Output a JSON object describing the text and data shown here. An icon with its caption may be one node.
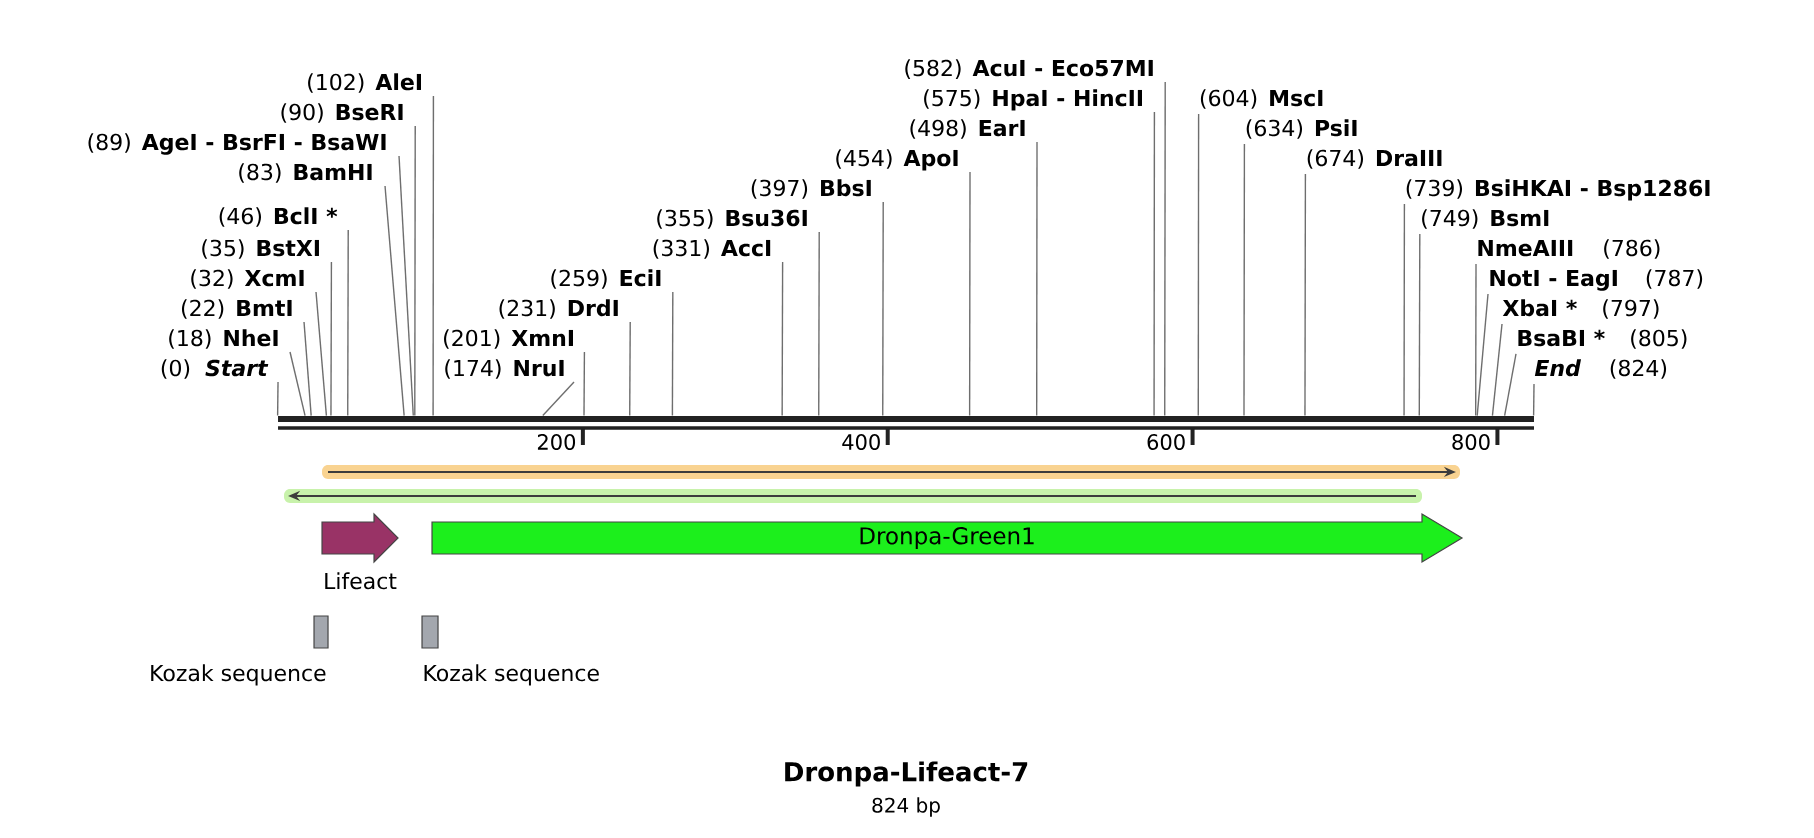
{
  "diagram": {
    "title": "Dronpa-Lifeact-7",
    "nodes": [
      {
        "text": [
          "(0)",
          "Start"
        ]
      },
      {
        "text": [
          "(18)",
          "NheI"
        ]
      },
      {
        "text": [
          "(22)",
          "BmtI"
        ]
      },
      {
        "text": [
          "(32)",
          "XcmI"
        ]
      },
      {
        "text": [
          "(35)",
          "BstXI"
        ]
      },
      {
        "text": [
          "(46)",
          "BclI *"
        ]
      },
      {
        "text": [
          "(83)",
          "BamHI"
        ]
      },
      {
        "text": [
          "(89)",
          "AgeI - BsrFI - BsaWI"
        ]
      },
      {
        "text": [
          "(90)",
          "BseRI"
        ]
      },
      {
        "text": [
          "(102)",
          "AleI"
        ]
      },
      {
        "text": [
          "(174)",
          "NruI"
        ]
      },
      {
        "text": [
          "(201)",
          "XmnI"
        ]
      },
      {
        "text": [
          "(231)",
          "DrdI"
        ]
      },
      {
        "text": [
          "(259)",
          "EciI"
        ]
      },
      {
        "text": [
          "(331)",
          "AccI"
        ]
      },
      {
        "text": [
          "(355)",
          "Bsu36I"
        ]
      },
      {
        "text": [
          "(397)",
          "BbsI"
        ]
      },
      {
        "text": [
          "(454)",
          "ApoI"
        ]
      },
      {
        "text": [
          "(498)",
          "EarI"
        ]
      },
      {
        "text": [
          "(575)",
          "HpaI - HincII"
        ]
      },
      {
        "text": [
          "(582)",
          "AcuI - Eco57MI"
        ]
      },
      {
        "text": [
          "(604)",
          "MscI"
        ]
      },
      {
        "text": [
          "(634)",
          "PsiI"
        ]
      },
      {
        "text": [
          "(674)",
          "DraIII"
        ]
      },
      {
        "text": [
          "(739)",
          "BsiHKAI - Bsp1286I"
        ]
      },
      {
        "text": [
          "(749)",
          "BsmI"
        ]
      },
      {
        "text": [
          "NmeAIII",
          "(786)"
        ]
      },
      {
        "text": [
          "NotI - EagI",
          "(787)"
        ]
      },
      {
        "text": [
          "XbaI *",
          "(797)"
        ]
      },
      {
        "text": [
          "BsaBI *",
          "(805)"
        ]
      },
      {
        "text": [
          "End",
          "(824)"
        ]
      },
      {
        "text": [],
        "shape": "bar"
      },
      {
        "text": [],
        "shape": "arrow"
      },
      {
        "text": [],
        "shape": "arrow"
      },
      {
        "text": [
          "Lifeact"
        ]
      },
      {
        "text": [
          "Dronpa-Green1"
        ]
      },
      {
        "text": [
          "Kozak sequence"
        ]
      },
      {
        "text": [
          "Kozak sequence"
        ]
      }
    ],
    "edges": [
      {
        "from": 0,
        "to": 31,
        "arrow": "none"
      },
      {
        "from": 1,
        "to": 31,
        "arrow": "none"
      },
      {
        "from": 2,
        "to": 31,
        "arrow": "none"
      },
      {
        "from": 3,
        "to": 31,
        "arrow": "none"
      },
      {
        "from": 4,
        "to": 31,
        "arrow": "none"
      },
      {
        "from": 5,
        "to": 31,
        "arrow": "none"
      },
      {
        "from": 6,
        "to": 31,
        "arrow": "none"
      },
      {
        "from": 7,
        "to": 31,
        "arrow": "none"
      },
      {
        "from": 8,
        "to": 31,
        "arrow": "none"
      },
      {
        "from": 9,
        "to": 31,
        "arrow": "none"
      },
      {
        "from": 10,
        "to": 31,
        "arrow": "none"
      },
      {
        "from": 11,
        "to": 31,
        "arrow": "none"
      },
      {
        "from": 12,
        "to": 31,
        "arrow": "none"
      },
      {
        "from": 13,
        "to": 31,
        "arrow": "none"
      },
      {
        "from": 14,
        "to": 31,
        "arrow": "none"
      },
      {
        "from": 15,
        "to": 31,
        "arrow": "none"
      },
      {
        "from": 16,
        "to": 31,
        "arrow": "none"
      },
      {
        "from": 17,
        "to": 31,
        "arrow": "none"
      },
      {
        "from": 18,
        "to": 31,
        "arrow": "none"
      },
      {
        "from": 19,
        "to": 31,
        "arrow": "none"
      },
      {
        "from": 20,
        "to": 31,
        "arrow": "none"
      },
      {
        "from": 21,
        "to": 31,
        "arrow": "none"
      },
      {
        "from": 22,
        "to": 31,
        "arrow": "none"
      },
      {
        "from": 23,
        "to": 31,
        "arrow": "none"
      },
      {
        "from": 24,
        "to": 31,
        "arrow": "none"
      },
      {
        "from": 25,
        "to": 31,
        "arrow": "none"
      },
      {
        "from": 26,
        "to": 31,
        "arrow": "none"
      },
      {
        "from": 27,
        "to": 31,
        "arrow": "none"
      },
      {
        "from": 28,
        "to": 31,
        "arrow": "none"
      },
      {
        "from": 29,
        "to": 31,
        "arrow": "none"
      },
      {
        "from": 30,
        "to": 31,
        "arrow": "none"
      }
    ],
    "labels": [
      "200",
      "400",
      "600",
      "800",
      "824 bp"
    ]
  }
}
